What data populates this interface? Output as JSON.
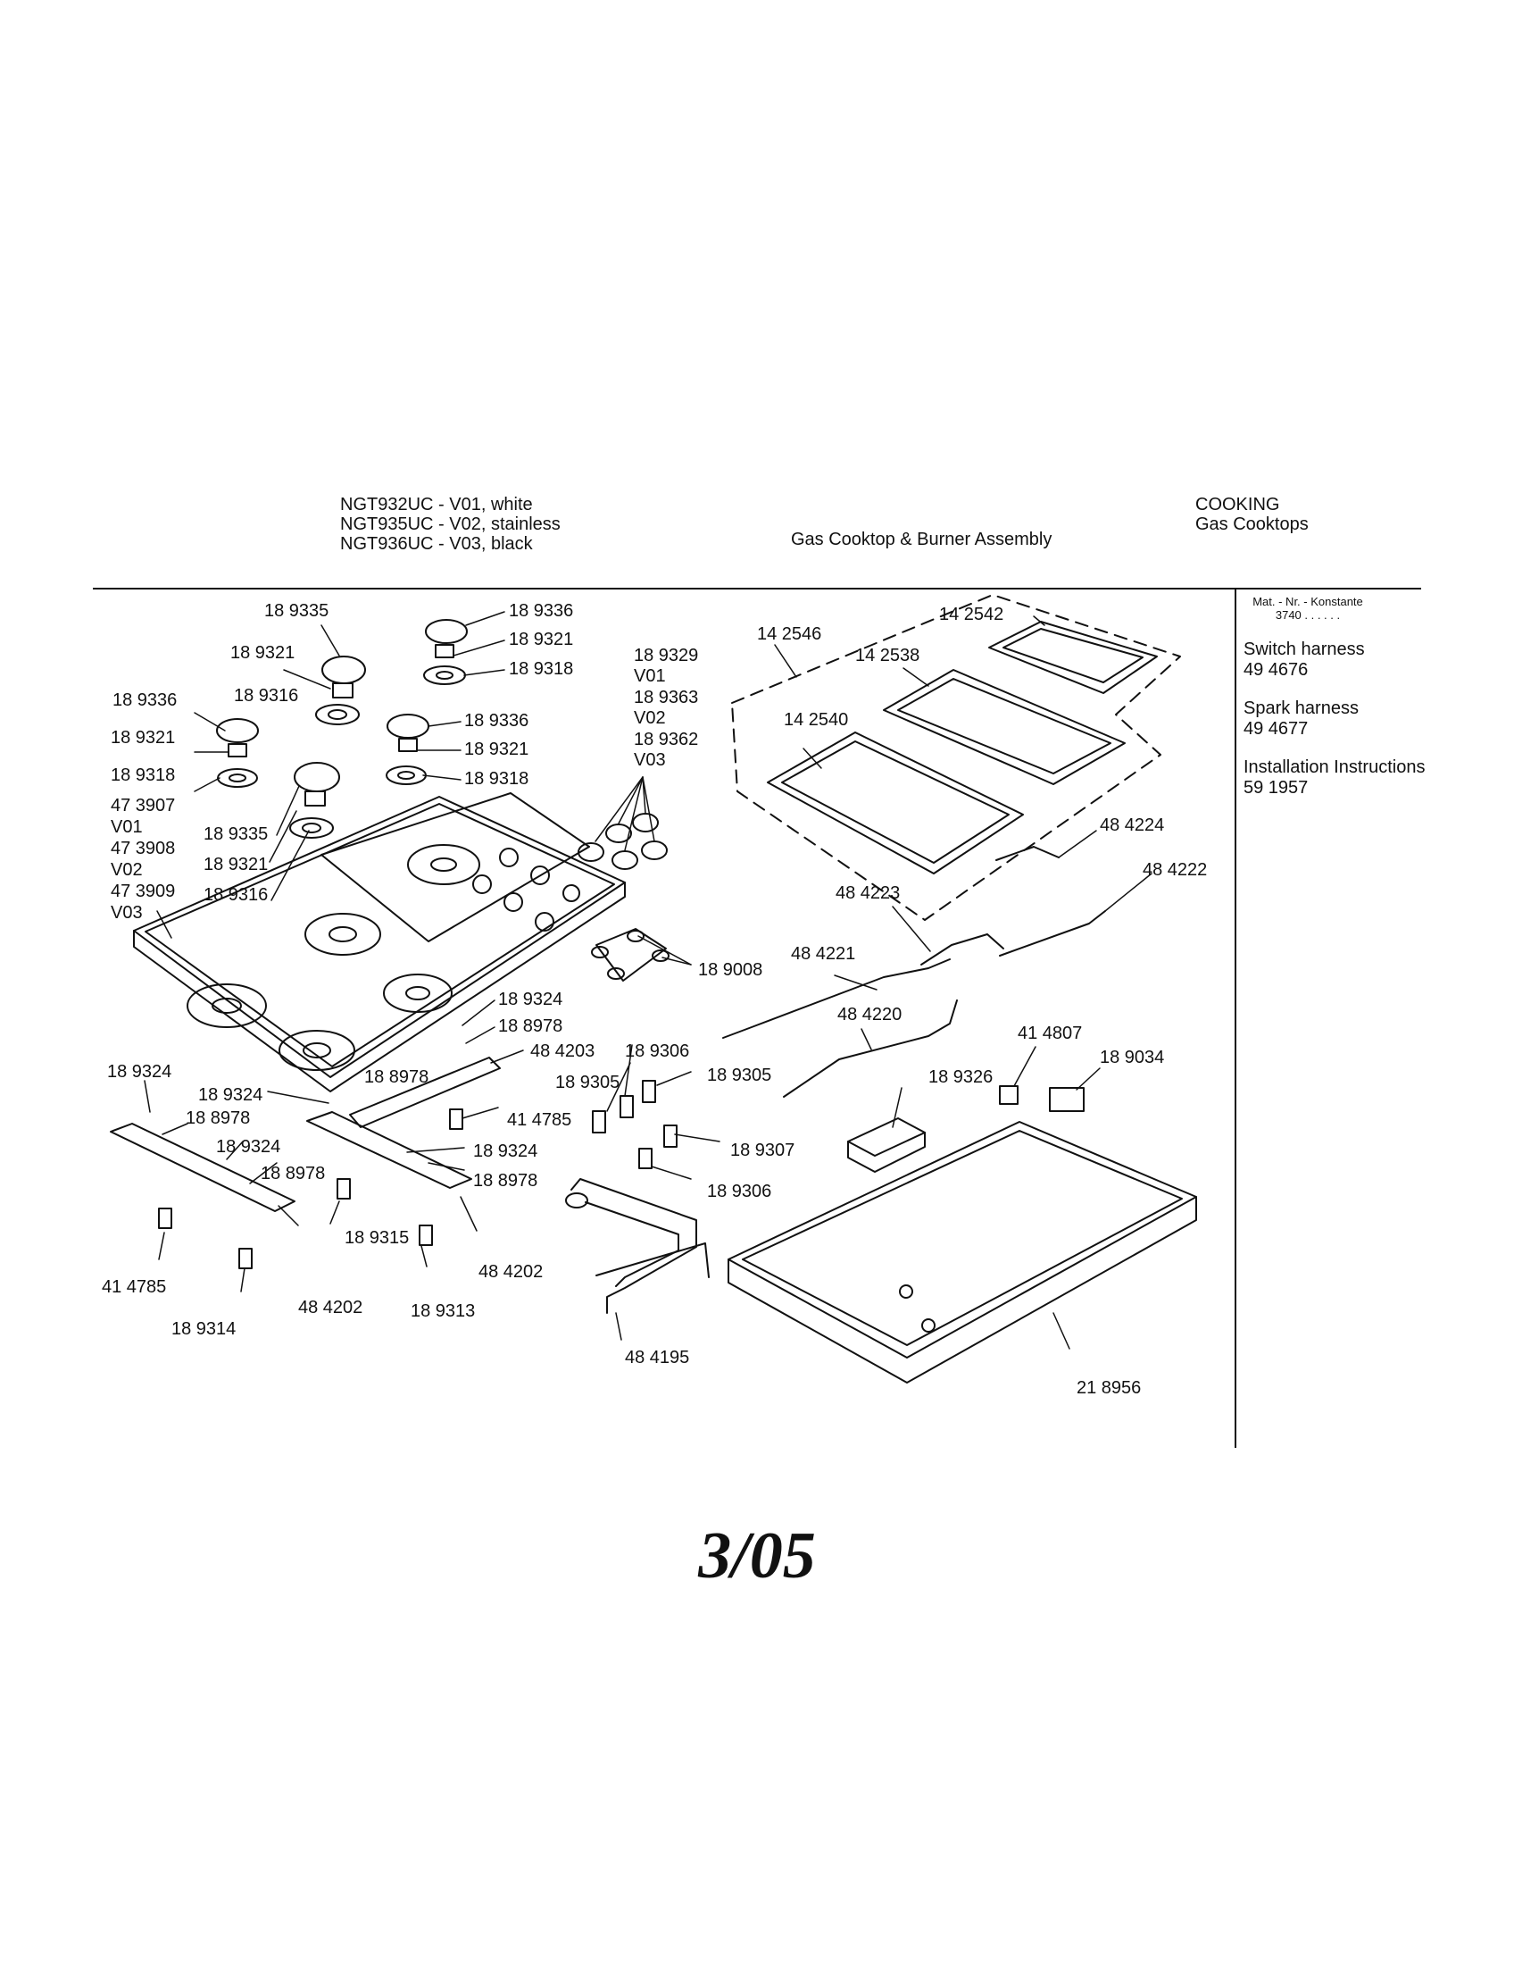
{
  "header": {
    "models": [
      "NGT932UC - V01, white",
      "NGT935UC - V02, stainless",
      "NGT936UC - V03, black"
    ],
    "title": "Gas Cooktop & Burner Assembly",
    "category": "COOKING",
    "subcategory": "Gas Cooktops"
  },
  "side_panel": {
    "mat_label": "Mat. - Nr. - Konstante",
    "mat_value": "3740 . .  .  .  .  .",
    "items": [
      {
        "name": "Switch harness",
        "part": "49 4676"
      },
      {
        "name": "Spark harness",
        "part": "49 4677"
      },
      {
        "name": "Installation Instructions",
        "part": "59 1957"
      }
    ]
  },
  "part_labels": [
    "18 9335",
    "18 9336",
    "18 9321",
    "18 9321",
    "18 9318",
    "18 9316",
    "18 9336",
    "18 9336",
    "18 9321",
    "18 9321",
    "18 9318",
    "18 9318",
    "47 3907",
    "V01",
    "47 3908",
    "V02",
    "47 3909",
    "V03",
    "18 9335",
    "18 9321",
    "18 9316",
    "18 9329",
    "V01",
    "18 9363",
    "V02",
    "18 9362",
    "V03",
    "14 2546",
    "14 2542",
    "14 2538",
    "14 2540",
    "48 4224",
    "48 4222",
    "48 4223",
    "48 4221",
    "48 4220",
    "18 9008",
    "18 9324",
    "18 8978",
    "48 4203",
    "18 9306",
    "18 9305",
    "18 9305",
    "18 8978",
    "18 9324",
    "18 9324",
    "18 8978",
    "18 9324",
    "41 4785",
    "18 9324",
    "18 8978",
    "18 8978",
    "18 9307",
    "18 9306",
    "18 9315",
    "41 4785",
    "48 4202",
    "48 4202",
    "18 9314",
    "18 9313",
    "48 4195",
    "18 9326",
    "41 4807",
    "18 9034",
    "21 8956"
  ],
  "footer": "3/05"
}
